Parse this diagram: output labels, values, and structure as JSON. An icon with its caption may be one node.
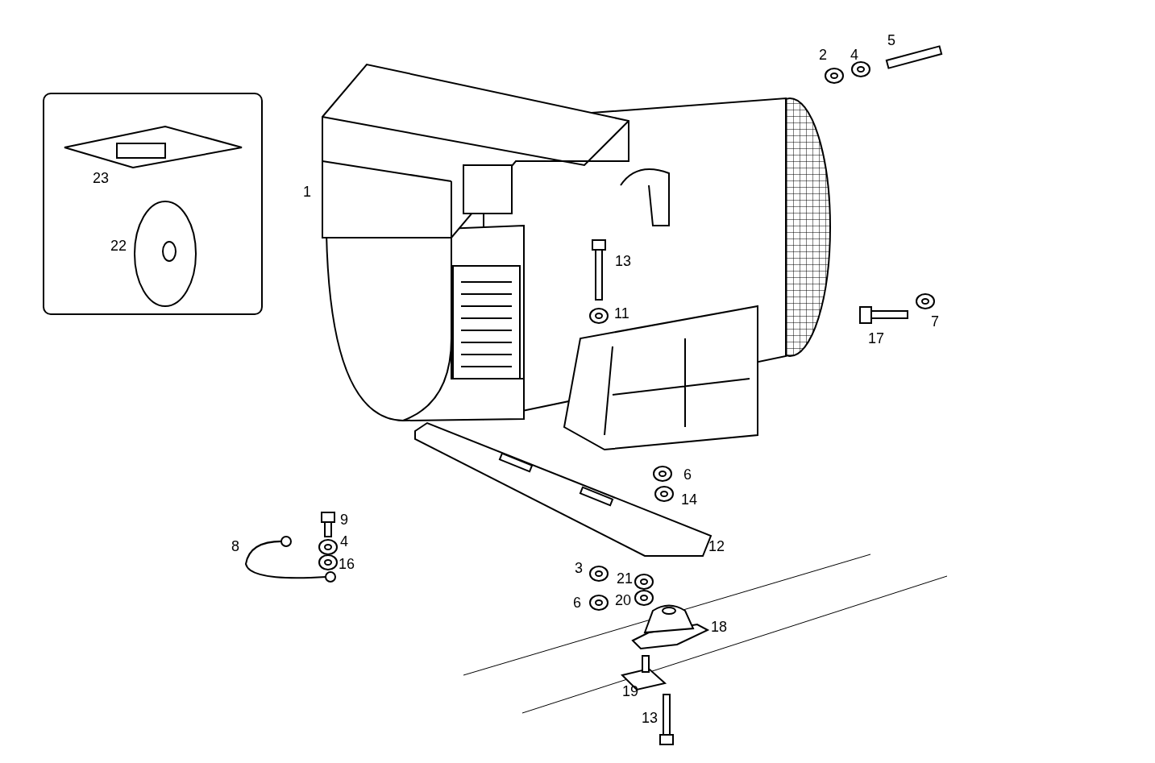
{
  "diagram": {
    "nodes": [
      {
        "text": [
          "23",
          "22"
        ]
      }
    ],
    "labels": [
      "2",
      "4",
      "5",
      "1",
      "13",
      "11",
      "17",
      "7",
      "6",
      "14",
      "9",
      "8",
      "4",
      "16",
      "12",
      "3",
      "21",
      "6",
      "20",
      "18",
      "19",
      "13"
    ]
  }
}
